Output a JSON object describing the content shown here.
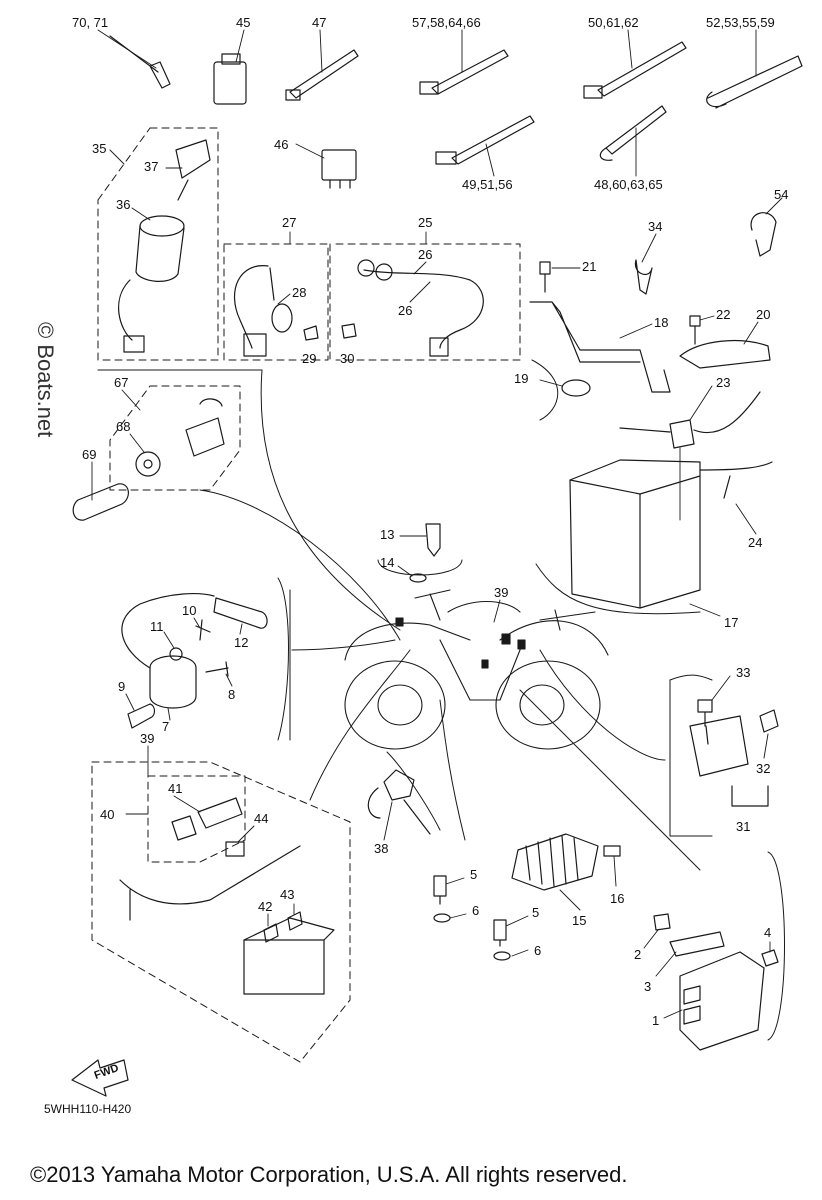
{
  "diagram_code": "5WHH110-H420",
  "copyright": "©2013 Yamaha Motor Corporation, U.S.A. All rights reserved.",
  "watermark": "© Boats.net",
  "forward_arrow_label": "FWD",
  "callouts": {
    "c70_71": "70, 71",
    "c45": "45",
    "c47": "47",
    "c57_58_64_66": "57,58,64,66",
    "c50_61_62": "50,61,62",
    "c52_53_55_59": "52,53,55,59",
    "c35": "35",
    "c37": "37",
    "c36": "36",
    "c46": "46",
    "c49_51_56": "49,51,56",
    "c48_60_63_65": "48,60,63,65",
    "c54": "54",
    "c27": "27",
    "c25": "25",
    "c26a": "26",
    "c26b": "26",
    "c28": "28",
    "c29": "29",
    "c30": "30",
    "c34": "34",
    "c21": "21",
    "c18": "18",
    "c22": "22",
    "c20": "20",
    "c19": "19",
    "c23": "23",
    "c67": "67",
    "c68": "68",
    "c69": "69",
    "c24": "24",
    "c13": "13",
    "c14": "14",
    "c39a": "39",
    "c17": "17",
    "c10": "10",
    "c11": "11",
    "c12": "12",
    "c9": "9",
    "c8": "8",
    "c7": "7",
    "c39b": "39",
    "c33": "33",
    "c41": "41",
    "c40": "40",
    "c44": "44",
    "c38": "38",
    "c32": "32",
    "c31": "31",
    "c43": "43",
    "c42": "42",
    "c5a": "5",
    "c16": "16",
    "c6a": "6",
    "c5b": "5",
    "c15": "15",
    "c6b": "6",
    "c4": "4",
    "c2": "2",
    "c3": "3",
    "c1": "1"
  }
}
